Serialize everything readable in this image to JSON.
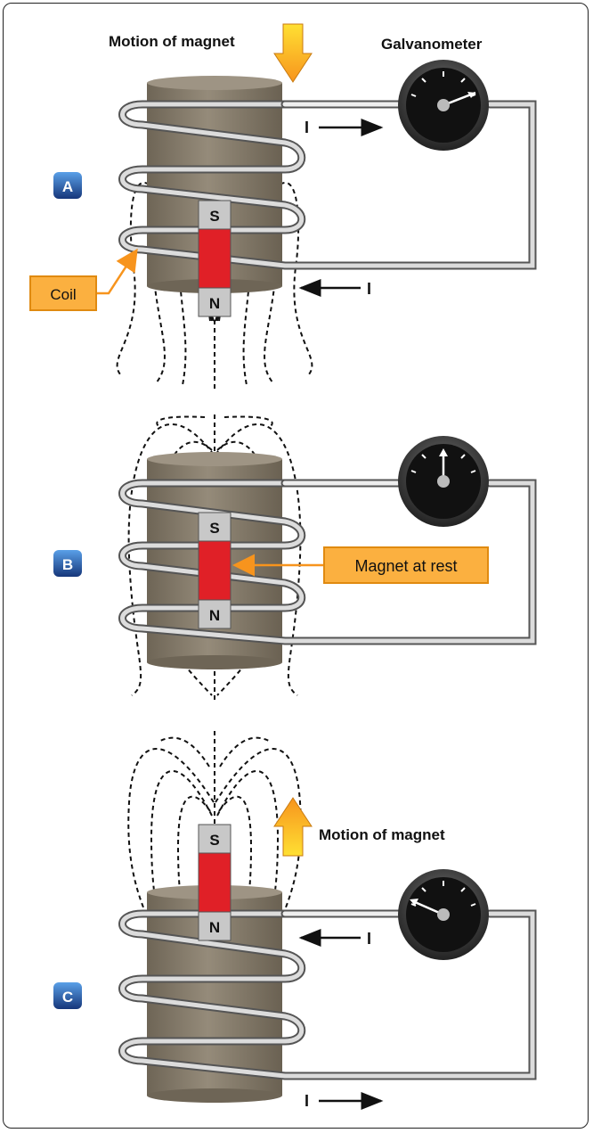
{
  "panel_a": {
    "badge": "A",
    "motion_label": "Motion of magnet",
    "galvanometer_label": "Galvanometer",
    "coil_label": "Coil",
    "current_top": "I",
    "current_bottom": "I",
    "magnet_top_pole": "S",
    "magnet_bottom_pole": "N"
  },
  "panel_b": {
    "badge": "B",
    "rest_label": "Magnet at rest",
    "magnet_top_pole": "S",
    "magnet_bottom_pole": "N"
  },
  "panel_c": {
    "badge": "C",
    "motion_label": "Motion of magnet",
    "current_top": "I",
    "current_bottom": "I",
    "magnet_top_pole": "S",
    "magnet_bottom_pole": "N"
  },
  "colors": {
    "core": "#8a8070",
    "magnet_red": "#e02027",
    "pole_gray": "#c8c8c8",
    "callout": "#fbb040",
    "badge": "#1f4e9c",
    "arrow_orange": "#f7941d"
  },
  "icons": [
    "motion-arrow-icon",
    "galvanometer-icon",
    "current-arrow-icon"
  ]
}
